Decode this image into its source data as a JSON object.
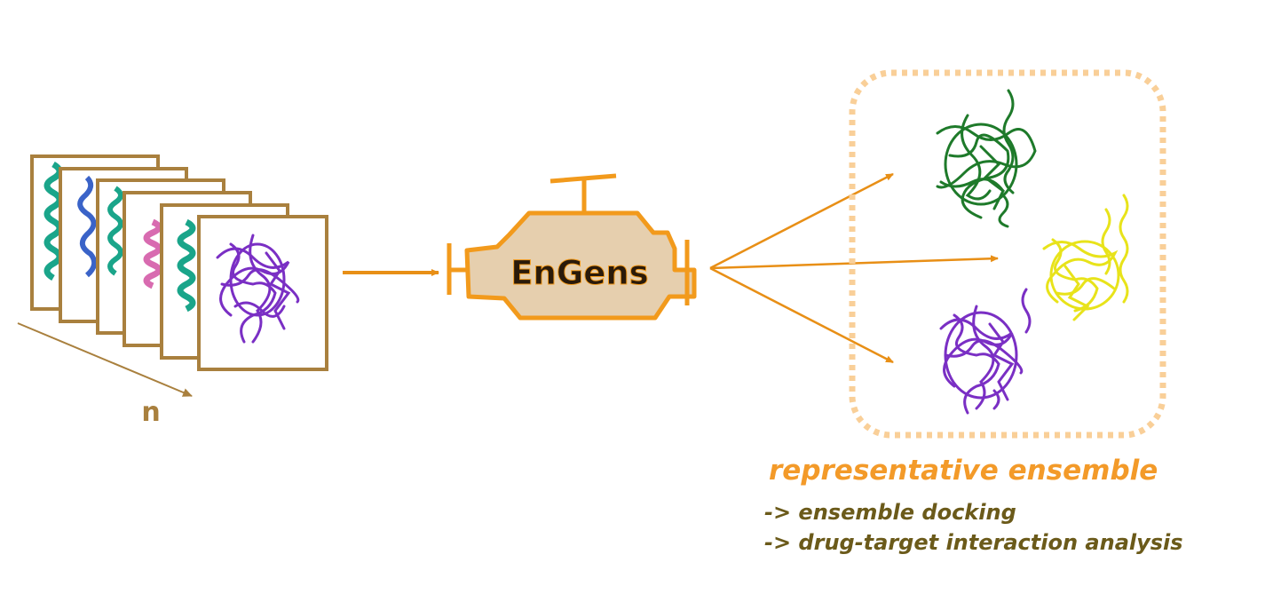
{
  "colors": {
    "frame_brown": "#a9803e",
    "arrow_orange": "#e88f16",
    "engine_fill": "#e6cfae",
    "engine_stroke": "#f29a1c",
    "dotted_box": "#f9cf98",
    "title_orange": "#f39a29",
    "subtitle_olive": "#6b5a1a",
    "protein_green": "#1e7a2a",
    "protein_yellow": "#e8e31a",
    "protein_purple": "#7a2fc4",
    "helix_teal": "#1aa58a",
    "helix_blue": "#3a63c8",
    "helix_pink": "#d86bb0"
  },
  "input_stack": {
    "axis_label": "n",
    "frame_count": 6
  },
  "engine": {
    "label": "EnGens"
  },
  "output": {
    "structure_count": 3,
    "structures": [
      "green-structure",
      "yellow-structure",
      "purple-structure"
    ]
  },
  "captions": {
    "title": "representative ensemble",
    "line1": "-> ensemble docking",
    "line2": "-> drug-target interaction analysis"
  }
}
